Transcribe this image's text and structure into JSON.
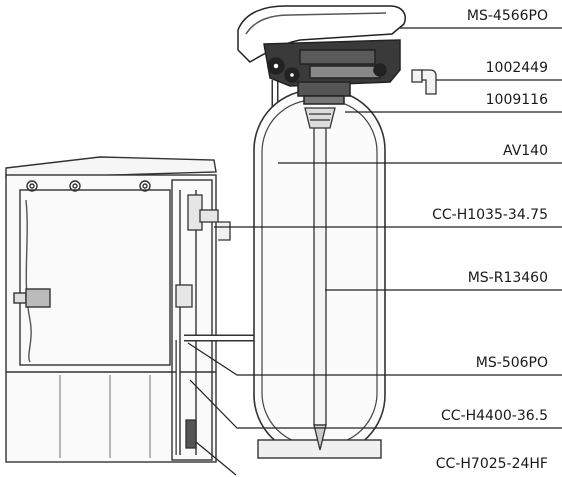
{
  "diagram": {
    "part_labels": [
      "MS-4566PO",
      "1002449",
      "1009116",
      "AV140",
      "CC-H1035-34.75",
      "MS-R13460",
      "MS-506PO",
      "CC-H4400-36.5",
      "CC-H7025-24HF"
    ]
  }
}
